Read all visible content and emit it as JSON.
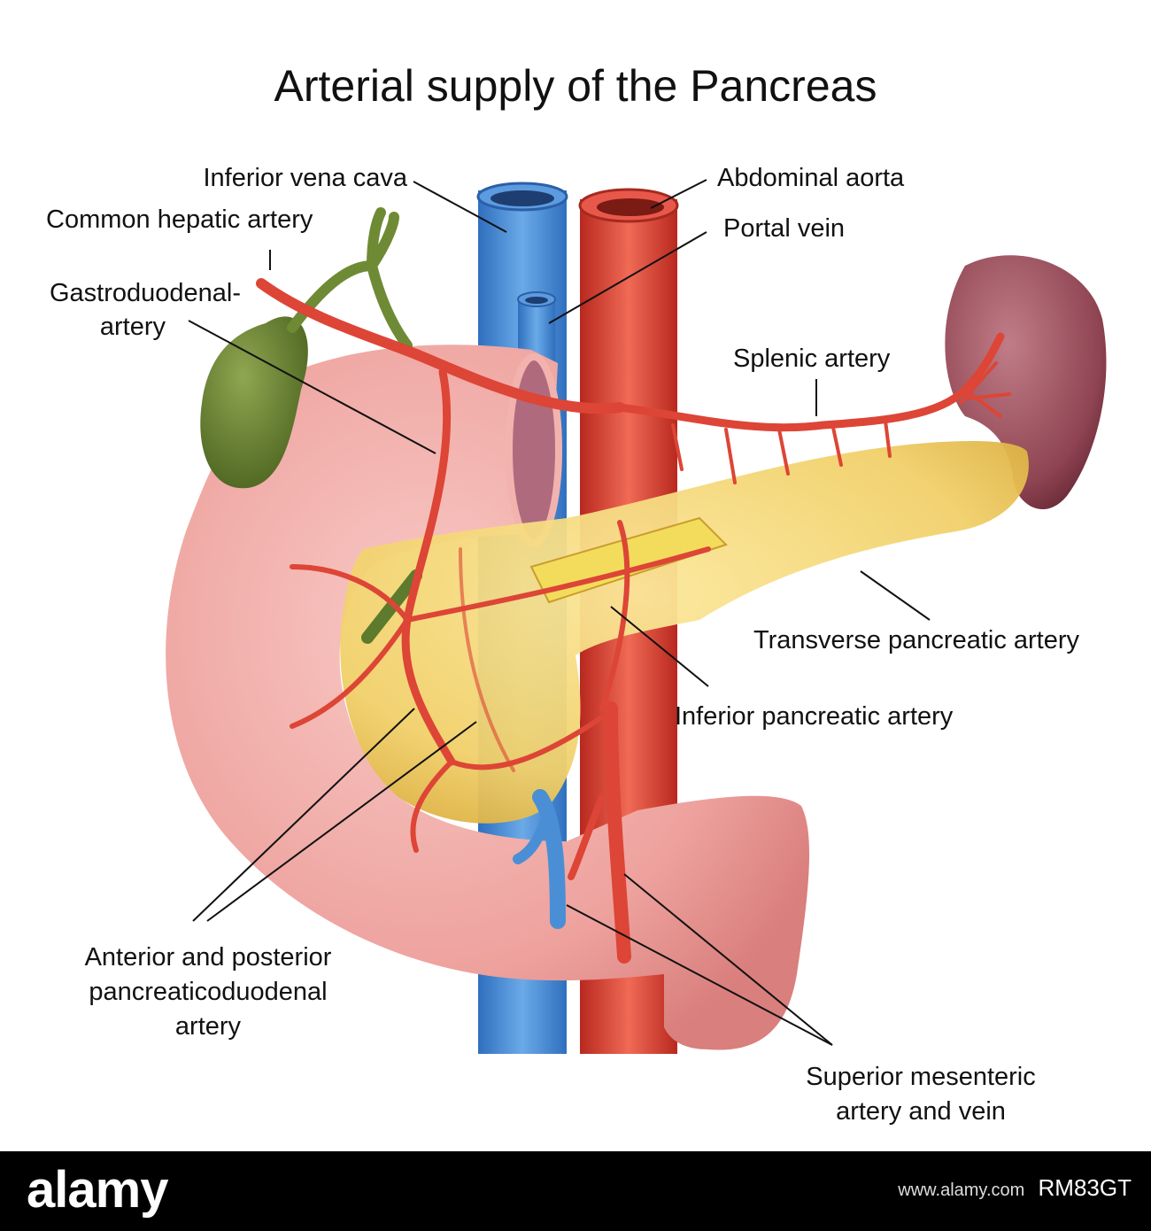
{
  "title": "Arterial supply of the Pancreas",
  "labels": {
    "inferior_vena_cava": "Inferior vena cava",
    "abdominal_aorta": "Abdominal aorta",
    "common_hepatic_artery": "Common hepatic artery",
    "portal_vein": "Portal vein",
    "gastroduodenal_line1": "Gastroduodenal-",
    "gastroduodenal_line2": "artery",
    "splenic_artery": "Splenic artery",
    "transverse_pancreatic_artery": "Transverse pancreatic artery",
    "inferior_pancreatic_artery": "Inferior pancreatic artery",
    "pancreaticoduodenal_line1": "Anterior and posterior",
    "pancreaticoduodenal_line2": "pancreaticoduodenal",
    "pancreaticoduodenal_line3": "artery",
    "superior_mesenteric_line1": "Superior mesenteric",
    "superior_mesenteric_line2": "artery and vein"
  },
  "footer": {
    "brand": "alamy",
    "image_id": "RM83GT",
    "site": "www.alamy.com"
  },
  "colors": {
    "artery": "#e0493a",
    "vein": "#4a8fd6",
    "duodenum": "#f0a9a6",
    "pancreas": "#f1d36a",
    "spleen": "#8f4452",
    "gallbladder": "#5e7a2c"
  }
}
